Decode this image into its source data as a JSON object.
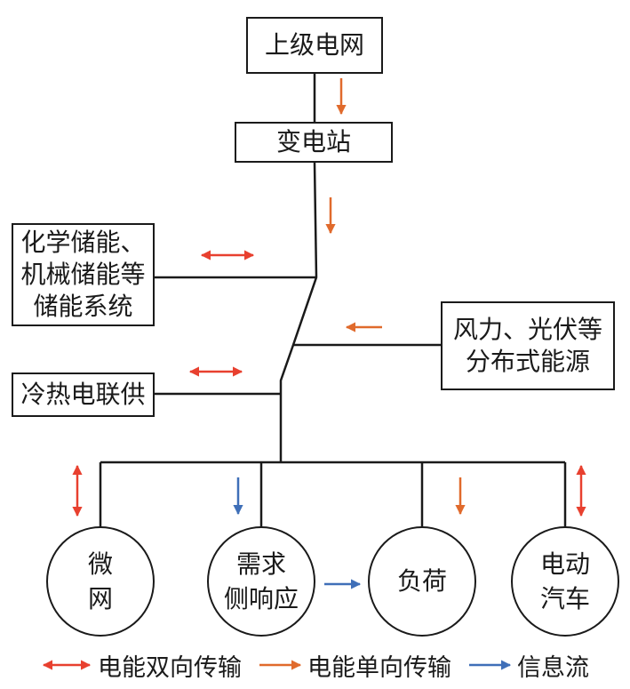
{
  "nodes": {
    "grid": "上级电网",
    "substation": "变电站",
    "storage_line1": "化学储能、",
    "storage_line2": "机械储能等",
    "storage_line3": "储能系统",
    "renewable_line1": "风力、光伏等",
    "renewable_line2": "分布式能源",
    "chp": "冷热电联供",
    "microgrid_line1": "微",
    "microgrid_line2": "网",
    "demand_line1": "需求",
    "demand_line2": "侧响应",
    "load": "负荷",
    "ev_line1": "电动",
    "ev_line2": "汽车"
  },
  "legend": {
    "bidirectional": "电能双向传输",
    "unidirectional": "电能单向传输",
    "info": "信息流"
  },
  "colors": {
    "bidirectional": "#e8402f",
    "unidirectional": "#e06a2c",
    "info": "#3f6fb8",
    "line": "#1a1a1a"
  }
}
